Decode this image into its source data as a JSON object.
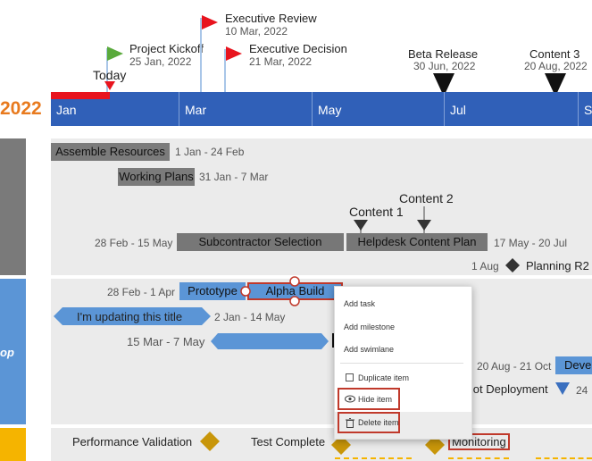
{
  "milestones_top": [
    {
      "title": "Project Kickoff",
      "date": "25 Jan, 2022"
    },
    {
      "title": "Executive Review",
      "date": "10 Mar, 2022"
    },
    {
      "title": "Executive Decision",
      "date": "21 Mar, 2022"
    },
    {
      "title": "Beta Release",
      "date": "30 Jun, 2022"
    },
    {
      "title": "Content 3",
      "date": "20 Aug, 2022"
    }
  ],
  "today_label": "Today",
  "year": "2022",
  "months": [
    "Jan",
    "Mar",
    "May",
    "Jul",
    "S"
  ],
  "lane1": {
    "tasks": [
      {
        "label": "Assemble Resources",
        "dates": "1 Jan - 24 Feb"
      },
      {
        "label": "Working Plans",
        "dates": "31 Jan - 7 Mar"
      },
      {
        "label": "Subcontractor Selection",
        "dates": "28 Feb - 15 May"
      },
      {
        "label": "Helpdesk Content Plan",
        "dates": "17 May - 20 Jul"
      }
    ],
    "milestones": [
      {
        "title": "Content 1"
      },
      {
        "title": "Content 2"
      },
      {
        "title": "Planning R2",
        "date": "1 Aug"
      }
    ]
  },
  "lane2": {
    "head_text": "op",
    "tasks": [
      {
        "label": "Prototype",
        "dates": "28 Feb - 1 Apr"
      },
      {
        "label": "Alpha Build"
      },
      {
        "label": "I'm updating this title",
        "dates": "2 Jan - 14 May"
      },
      {
        "label": "",
        "dates": "15 Mar - 7 May"
      },
      {
        "label": "Deve",
        "dates": "20 Aug - 21 Oct"
      }
    ],
    "milestones": [
      {
        "title": "ilot Deployment",
        "date": "24"
      }
    ]
  },
  "lane3": {
    "milestones": [
      {
        "title": "Performance Validation"
      },
      {
        "title": "Test Complete"
      },
      {
        "title": "Monitoring"
      }
    ]
  },
  "context_menu": {
    "items": [
      "Add task",
      "Add milestone",
      "Add swimlane",
      "Duplicate item",
      "Hide item",
      "Delete item"
    ]
  },
  "colors": {
    "timescale": "#3060b8",
    "lane1_head": "#7a7a7a",
    "lane2_head": "#5b95d6",
    "lane3_head": "#f5b400",
    "milestone_flag_green": "#5aaa3c",
    "milestone_flag_red": "#e8141e",
    "diamond_gold": "#c8960a",
    "highlight_red": "#c0392b"
  }
}
